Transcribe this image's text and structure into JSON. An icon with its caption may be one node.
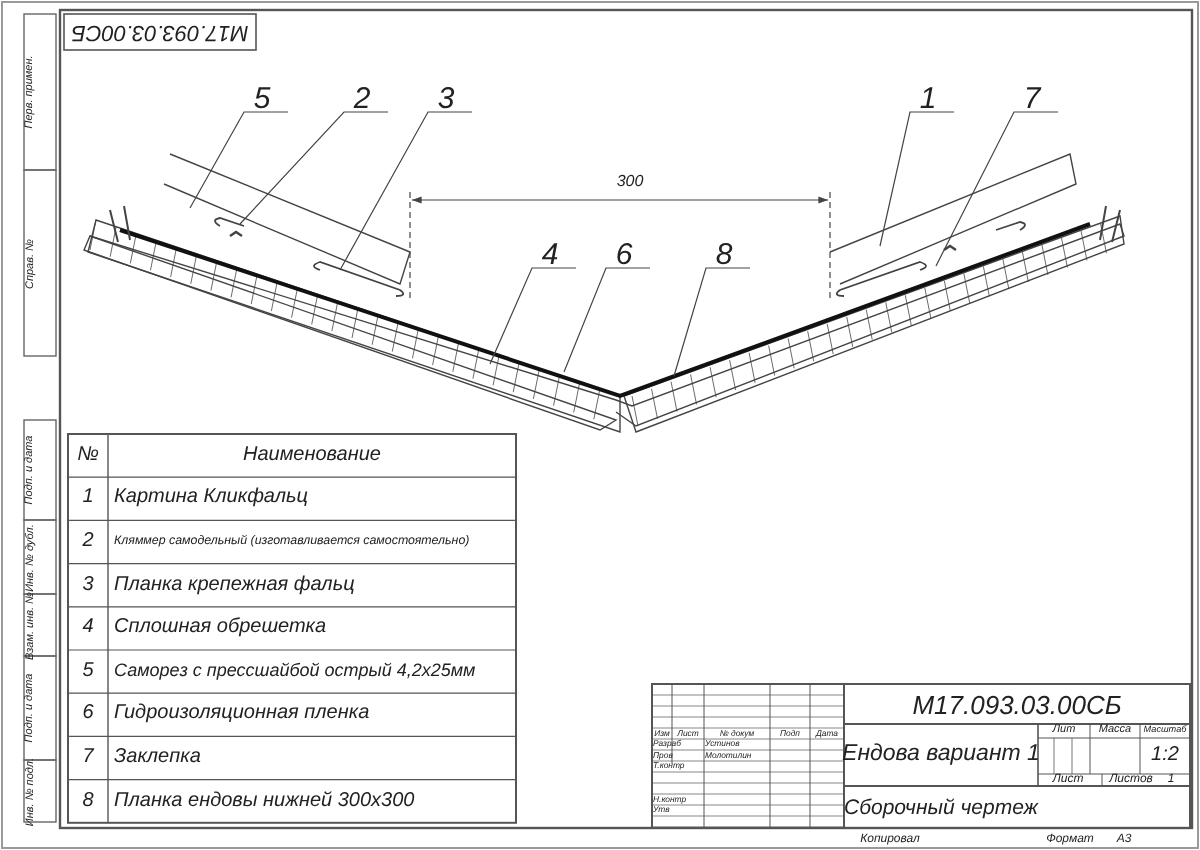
{
  "diagram": {
    "nodes": [
      {
        "text": [
          "5"
        ]
      },
      {
        "text": [
          "2"
        ]
      },
      {
        "text": [
          "3"
        ]
      },
      {
        "text": [
          "1"
        ]
      },
      {
        "text": [
          "7"
        ]
      },
      {
        "text": [
          "4"
        ]
      },
      {
        "text": [
          "6"
        ]
      },
      {
        "text": [
          "8"
        ]
      }
    ],
    "edges": [
      {
        "from": 0,
        "to": null,
        "arrow": "none"
      },
      {
        "from": 1,
        "to": null,
        "arrow": "none"
      },
      {
        "from": 2,
        "to": null,
        "arrow": "none"
      },
      {
        "from": 3,
        "to": null,
        "arrow": "none"
      },
      {
        "from": 4,
        "to": null,
        "arrow": "none"
      },
      {
        "from": 5,
        "to": null,
        "arrow": "none"
      },
      {
        "from": 6,
        "to": null,
        "arrow": "none"
      },
      {
        "from": 7,
        "to": null,
        "arrow": "none"
      }
    ],
    "labels": [
      "М17.093.03.00СБ",
      "300",
      "№",
      "Наименование",
      "1",
      "Картина Кликфальц",
      "2",
      "Кляммер самодельный (изготавливается самостоятельно)",
      "3",
      "Планка крепежная фальц",
      "4",
      "Сплошная обрешетка",
      "5",
      "Саморез с прессшайбой острый 4,2х25мм",
      "6",
      "Гидроизоляционная пленка",
      "7",
      "Заклепка",
      "8",
      "Планка ендовы нижней 300х300",
      "М17.093.03.00СБ",
      "Изм",
      "Лист",
      "№ докум",
      "Подп",
      "Дата",
      "Разраб",
      "Устинов",
      "Пров",
      "Молотилин",
      "Т.контр",
      "Н.контр",
      "Утв",
      "Ендова вариант 1",
      "Лит",
      "Масса",
      "Масштаб",
      "1:2",
      "Лист",
      "Листов",
      "1",
      "Сборочный чертеж",
      "Копировал",
      "Формат",
      "А3",
      "Перв. примен.",
      "Справ. №",
      "Подп. и дата",
      "Инв. № дубл.",
      "Взам. инв. №",
      "Подп. и дата",
      "Инв. № подл."
    ]
  }
}
